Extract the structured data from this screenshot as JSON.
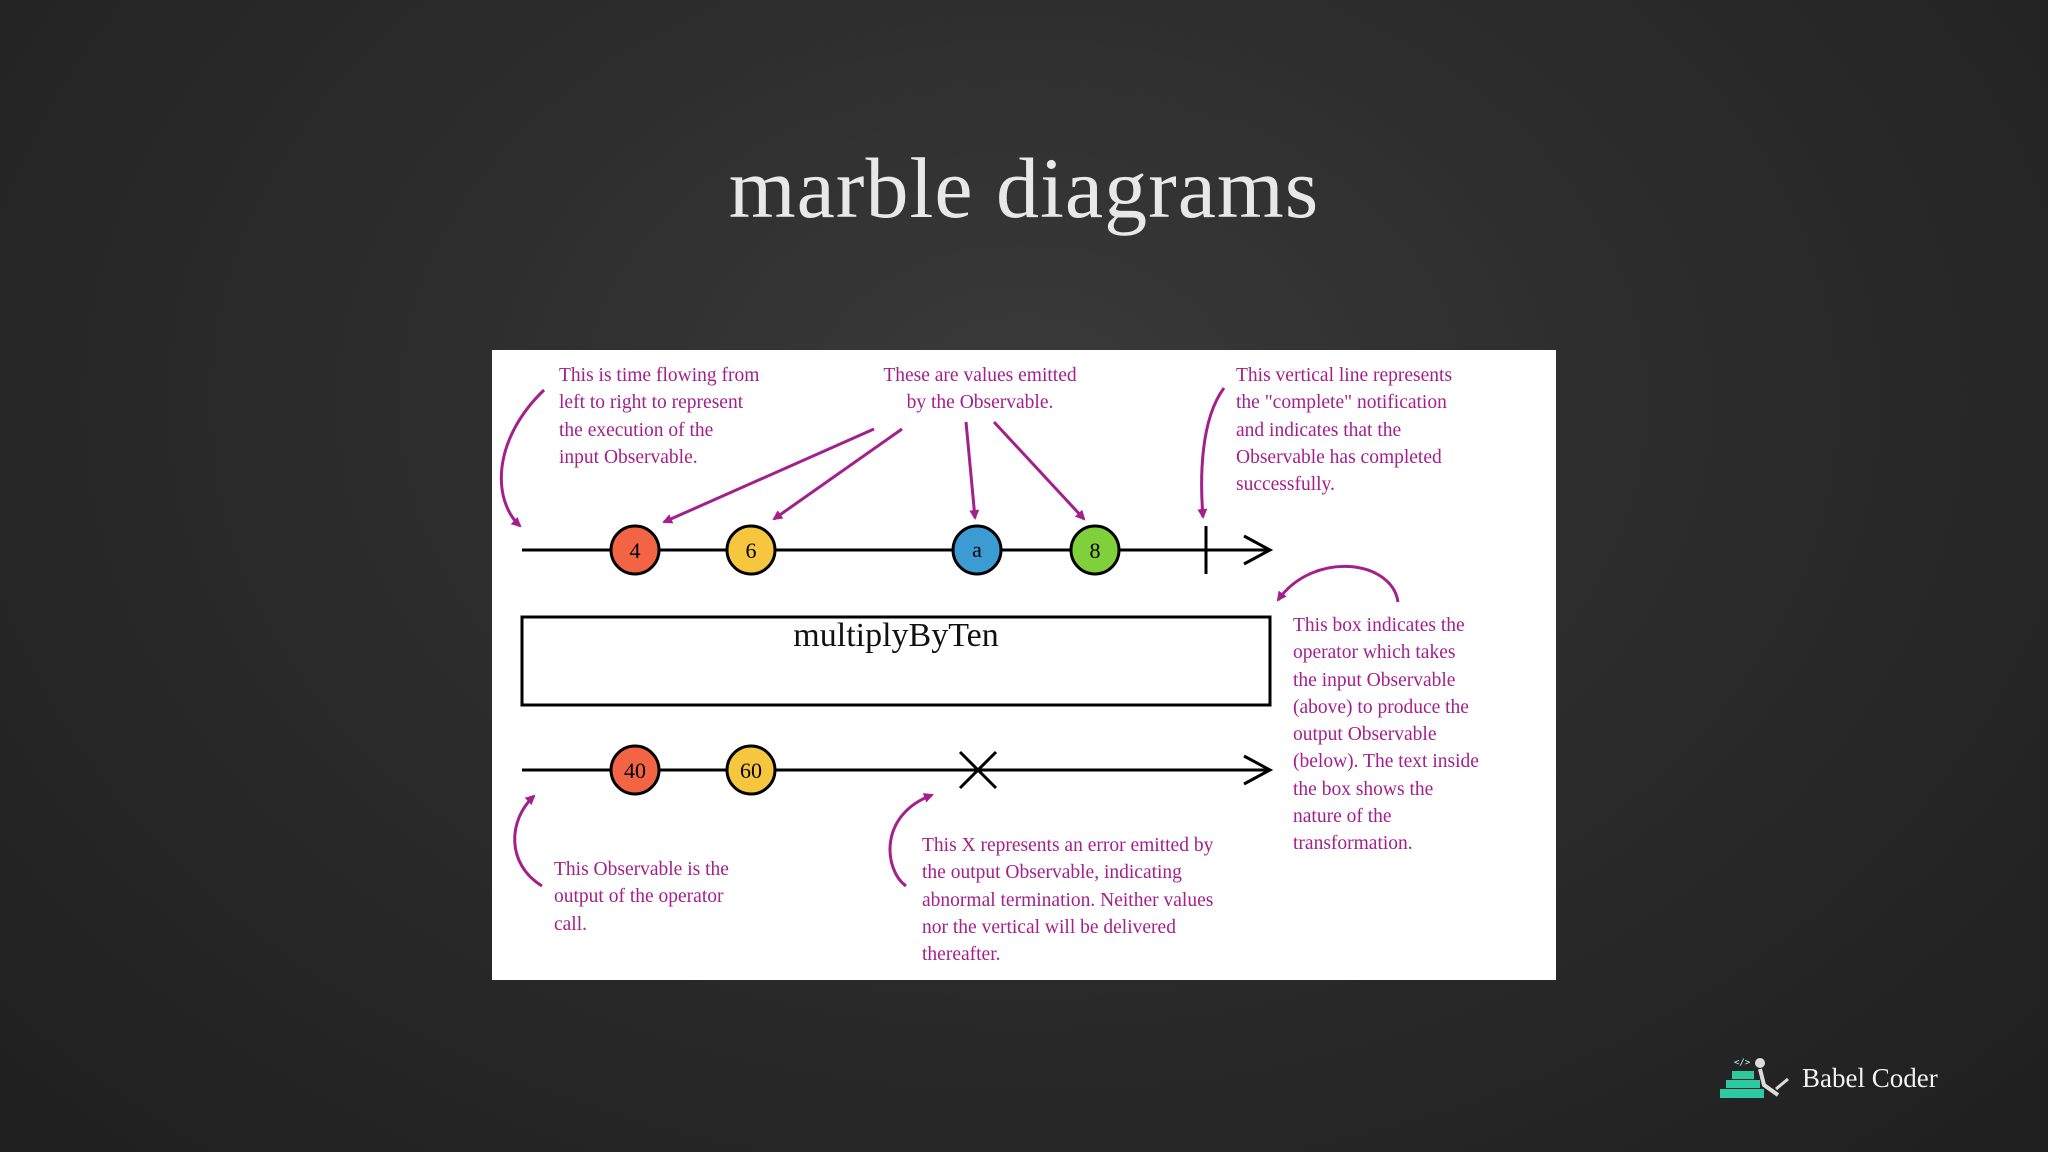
{
  "title": "marble diagrams",
  "diagram": {
    "operator": "multiplyByTen",
    "input_marbles": [
      {
        "label": "4",
        "color": "#f26444"
      },
      {
        "label": "6",
        "color": "#f6c73e"
      },
      {
        "label": "a",
        "color": "#3c9bd3"
      },
      {
        "label": "8",
        "color": "#7fd03a"
      }
    ],
    "output_marbles": [
      {
        "label": "40",
        "color": "#f26444"
      },
      {
        "label": "60",
        "color": "#f6c73e"
      }
    ],
    "annotations": {
      "time": "This is time flowing from\nleft to right to represent\nthe execution of the\ninput Observable.",
      "values": "These are values emitted\nby the Observable.",
      "complete": "This vertical line represents\nthe \"complete\" notification\nand indicates that the\nObservable has completed\nsuccessfully.",
      "box": "This box indicates the\noperator which takes\nthe input Observable\n(above) to produce the\noutput Observable\n(below). The text inside\nthe box shows the\nnature of the\ntransformation.",
      "output": "This Observable is the\noutput of the operator\ncall.",
      "error": "This X represents an error emitted by\nthe output Observable, indicating\nabnormal termination. Neither values\nnor the vertical will be delivered\nthereafter."
    },
    "annotation_color": "#a3208b"
  },
  "brand": {
    "name": "Babel Coder",
    "logo_icon": "babel-coder-logo-icon"
  }
}
